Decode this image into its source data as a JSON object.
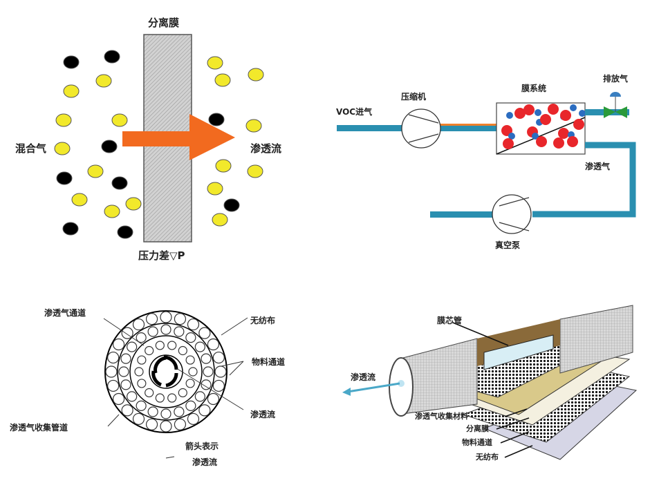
{
  "panel1": {
    "membrane_label": "分离膜",
    "mixed_gas_label": "混合气",
    "permeate_label": "渗透流",
    "pressure_label": "压力差▽P",
    "colors": {
      "fast_gas": "#f2e92b",
      "slow_gas": "#000000",
      "arrow": "#f26a1f",
      "membrane": "#c8c8c8"
    }
  },
  "panel2": {
    "voc_in_label": "VOC进气",
    "compressor_label": "压缩机",
    "membrane_system_label": "膜系统",
    "exhaust_label": "排放气",
    "permeate_gas_label": "渗透气",
    "vacuum_pump_label": "真空泵",
    "colors": {
      "pipe": "#2a8fb0",
      "red_molecule": "#e8262b",
      "blue_molecule": "#2b6cc0",
      "valve": "#2a9a3a"
    }
  },
  "panel3": {
    "permeate_channel_label": "渗透气通道",
    "nonwoven_label": "无纺布",
    "feed_channel_label": "物料通道",
    "permeate_flow_label": "渗透流",
    "collection_tube_label": "渗透气收集管道",
    "arrow_note_line1": "箭头表示",
    "arrow_note_line2": "渗透流"
  },
  "panel4": {
    "core_tube_label": "膜芯管",
    "permeate_flow_label": "渗透流",
    "layers": [
      "渗透气收集材料",
      "分离膜",
      "物料通道",
      "无纺布"
    ]
  }
}
